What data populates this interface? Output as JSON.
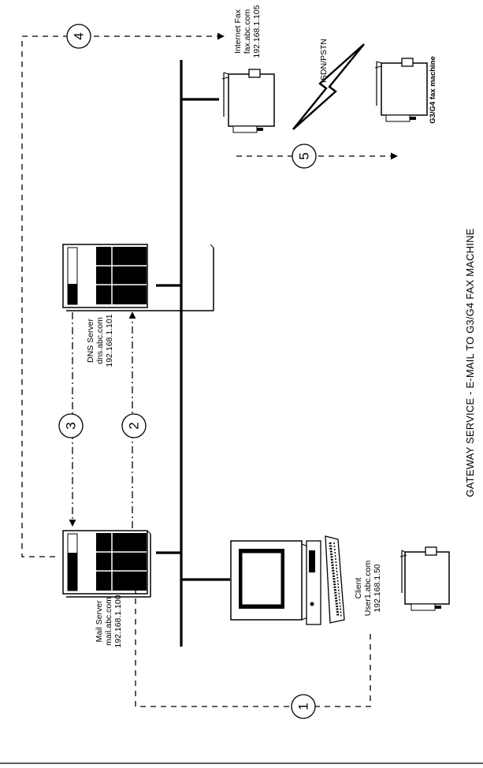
{
  "title": "GATEWAY SERVICE - E-MAIL TO G3/G4 FAX MACHINE",
  "nodes": {
    "mail_server": {
      "line1": "Mail Server",
      "line2": "mail.abc.com",
      "line3": "192.168.1.100"
    },
    "dns_server": {
      "line1": "DNS Server",
      "line2": "dns.abc.com",
      "line3": "192.168.1.101"
    },
    "internet_fax": {
      "line1": "Internet Fax",
      "line2": "fax.abc.com",
      "line3": "192.168.1.105"
    },
    "client": {
      "line1": "Client",
      "line2": "User1.abc.com",
      "line3": "192.168.1.50"
    },
    "g3_fax": {
      "label": "G3/G4 fax machine"
    },
    "isdn": {
      "label": "ISDN/PSTN"
    }
  },
  "steps": [
    "1",
    "2",
    "3",
    "4",
    "5"
  ]
}
